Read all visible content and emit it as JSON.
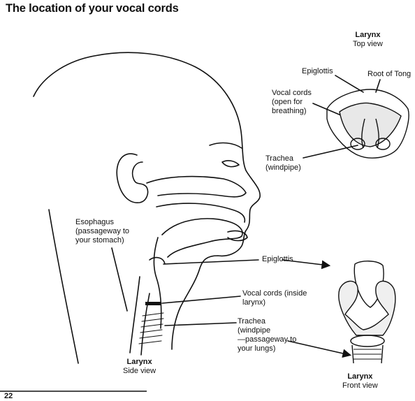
{
  "title": "The location of your vocal cords",
  "page_number": "22",
  "labels": {
    "larynx_top_title": "Larynx",
    "larynx_top_sub": "Top view",
    "epiglottis_top": "Epiglottis",
    "root_of_tongue": "Root of Tong",
    "vocal_cords_open_1": "Vocal cords",
    "vocal_cords_open_2": "(open for",
    "vocal_cords_open_3": "breathing)",
    "trachea_top_1": "Trachea",
    "trachea_top_2": "(windpipe)",
    "esophagus_1": "Esophagus",
    "esophagus_2": "(passageway to",
    "esophagus_3": "your stomach)",
    "epiglottis_side": "Epiglottis",
    "vocal_cords_inside_1": "Vocal cords (inside",
    "vocal_cords_inside_2": "larynx)",
    "trachea_side_1": "Trachea",
    "trachea_side_2": "(windpipe",
    "trachea_side_3": "—passageway to",
    "trachea_side_4": "your lungs)",
    "larynx_side_title": "Larynx",
    "larynx_side_sub": "Side view",
    "larynx_front_title": "Larynx",
    "larynx_front_sub": "Front view"
  }
}
